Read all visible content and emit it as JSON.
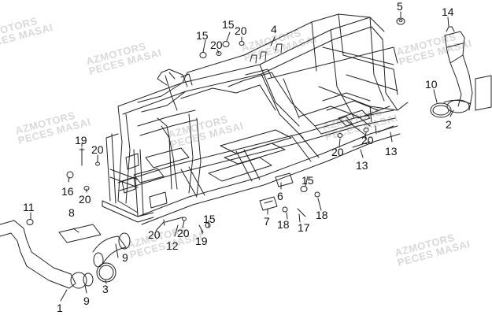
{
  "watermark": {
    "line1": "AZMOTORS",
    "line2": "PECES MASAI"
  },
  "callouts": {
    "c1": "1",
    "c2": "2",
    "c3": "3",
    "c4": "4",
    "c5": "5",
    "c6": "6",
    "c7": "7",
    "c8": "8",
    "c9a": "9",
    "c9b": "9",
    "c10": "10",
    "c11": "11",
    "c12": "12",
    "c13a": "13",
    "c13b": "13",
    "c14": "14",
    "c15a": "15",
    "c15b": "15",
    "c15c": "15",
    "c15d": "15",
    "c16": "16",
    "c17": "17",
    "c18a": "18",
    "c18b": "18",
    "c19a": "19",
    "c19b": "19",
    "c20a": "20",
    "c20b": "20",
    "c20c": "20",
    "c20d": "20",
    "c20e": "20",
    "c20f": "20",
    "c20g": "20",
    "c20h": "20"
  },
  "colors": {
    "line": "#222222",
    "watermark": "#d9d9d9"
  }
}
